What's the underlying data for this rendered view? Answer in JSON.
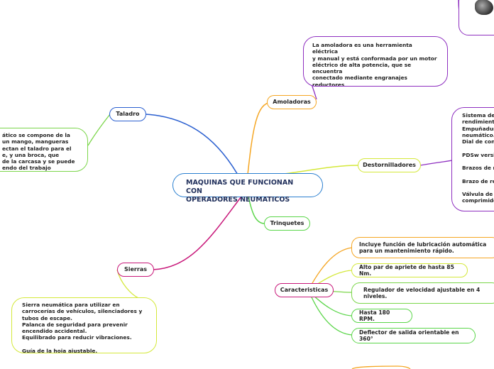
{
  "colors": {
    "root": "#2a7fd0",
    "amoladoras": "#f5a623",
    "destornilladores": "#d4e83a",
    "trinquetes": "#5bd64a",
    "sierras": "#c8187a",
    "taladro": "#2a5fd0",
    "caracteristicas": "#c8187a",
    "sub_green": "#7bd64a",
    "sub_yellow": "#d4e83a",
    "sub_orange": "#f5a623",
    "note_purple": "#8e2fc0"
  },
  "root": {
    "label": "MAQUINAS QUE FUNCIONAN CON\nOPERADORES NEUMATICOS"
  },
  "branches": {
    "taladro": "Taladro",
    "amoladoras": "Amoladoras",
    "destornilladores": "Destornilladores",
    "trinquetes": "Trinquetes",
    "sierras": "Sierras",
    "caracteristicas": "Caracteristicas"
  },
  "notes": {
    "amoladoras": "La amoladora es una herramienta eléctrica\ny manual y está conformada por un motor\neléctrico de alta potencia, que se encuentra\nconectado mediante engranajes reductores\n(si se trata de amoladoras angulares) o\ndirectamente al eje del motor (en el caso de\nlas amoladoras rectas)",
    "taladro": "ático se compone de la\nun mango, mangueras\nectan el taladro para el\ne, y una broca, que\nde la carcasa y se puede\nendo del trabajo requerido.",
    "destornilladores": "Sistema de\nrendimiento\nEmpuñadur\nneumático.\nDial de cont\n\nPDSw versi\n\nBrazos de r\n\nBrazo de re\n\nVálvula de c\ncomprimido\n\nMaletín de t",
    "sierras": "Sierra neumática para utilizar en\ncarrocerías de vehículos, silenciadores y\ntubos de escape.\nPalanca de seguridad para prevenir\nencendido accidental.\nEquilibrado para reducir vibraciones.\n\nGuía de la hoja ajustable."
  },
  "caracteristicas_items": [
    "Incluye función de lubricación automática\npara un mantenimiento rápido.",
    "Alto par de apriete de hasta 85 Nm.",
    "Regulador de velocidad ajustable en 4\nniveles.",
    "Hasta 180 RPM.",
    "Deflector de salida orientable en 360°"
  ]
}
